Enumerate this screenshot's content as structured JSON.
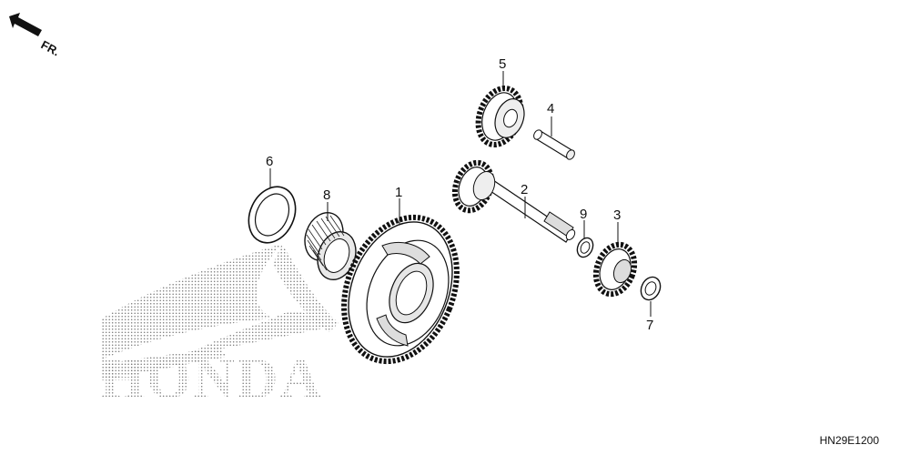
{
  "diagram": {
    "direction_label": "FR.",
    "watermark_brand": "HONDA",
    "drawing_code": "HN29E1200",
    "callouts": [
      "1",
      "2",
      "3",
      "4",
      "5",
      "6",
      "7",
      "8",
      "9"
    ]
  }
}
